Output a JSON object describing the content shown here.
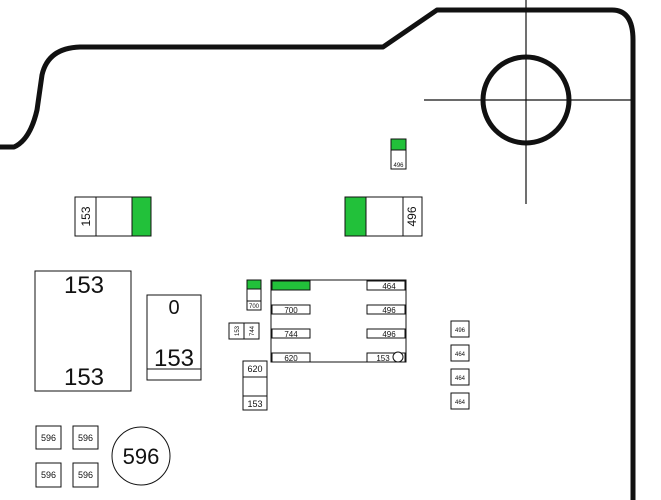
{
  "colors": {
    "outline": "#111111",
    "pad_marker": "#22c13a",
    "background": "#ffffff"
  },
  "board": {
    "outline_name": "board-outline",
    "mounting_hole": "mounting-hole-crosshair"
  },
  "components": {
    "r_left": {
      "label": "153"
    },
    "r_right": {
      "label": "496"
    },
    "small_top": {
      "label": "496"
    },
    "big_left": {
      "top": "153",
      "bottom": "153"
    },
    "mid_part": {
      "top": "0",
      "bottom": "153"
    },
    "tiny_near_ic": {
      "label": "700"
    },
    "dual_small": {
      "left": "153",
      "right": "744"
    },
    "stack_part": {
      "top": "620",
      "bottom": "153"
    },
    "ic_left_pins": [
      "",
      "700",
      "744",
      "620"
    ],
    "ic_right_pins": [
      "464",
      "496",
      "496",
      "153"
    ],
    "right_column": [
      "496",
      "464",
      "464",
      "464"
    ],
    "bottom_grid": [
      "596",
      "596",
      "596",
      "596"
    ],
    "circle_part": {
      "label": "596"
    }
  }
}
